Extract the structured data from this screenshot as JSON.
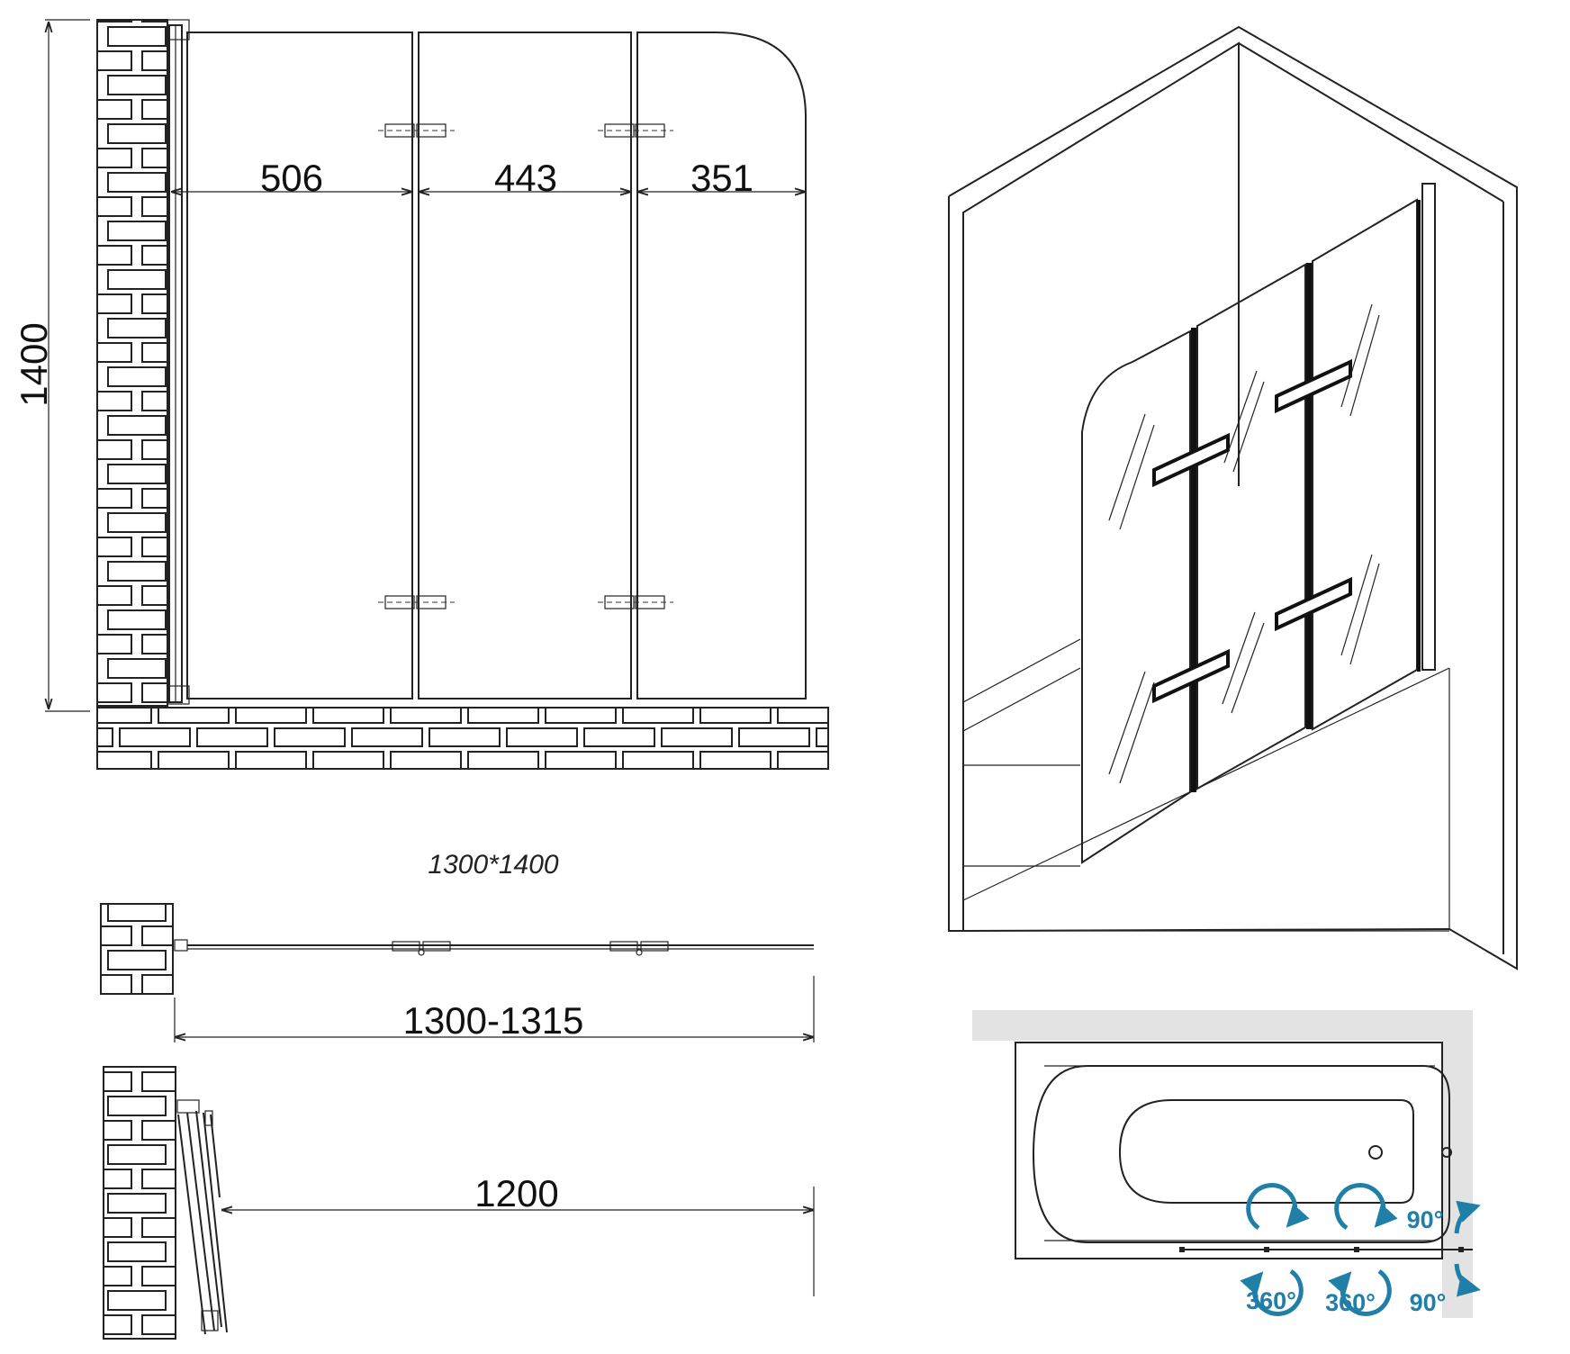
{
  "front_view": {
    "panel_widths": [
      "506",
      "443",
      "351"
    ],
    "height": "1400"
  },
  "size_caption": "1300*1400",
  "top_view": {
    "width_range": "1300-1315"
  },
  "folded_view": {
    "clearance": "1200"
  },
  "rotation_diagram": {
    "labels": [
      "360°",
      "360°",
      "90°",
      "90°"
    ],
    "accent_color": "#1f7fa6"
  }
}
